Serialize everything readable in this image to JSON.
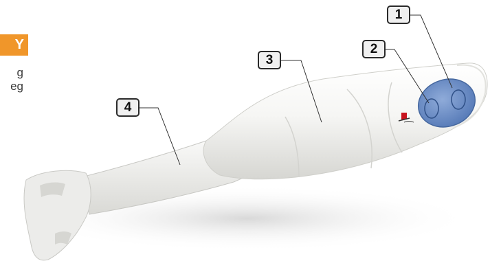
{
  "side_tag": {
    "text": "Y",
    "color": "#f0962a"
  },
  "side_text": {
    "line1": "g",
    "line2": "eg"
  },
  "callouts": [
    {
      "number": "1"
    },
    {
      "number": "2"
    },
    {
      "number": "3"
    },
    {
      "number": "4"
    }
  ],
  "colors": {
    "body": "#f4f4f2",
    "button_panel": "#6b8fc9",
    "callout_border": "#2a2a2a"
  }
}
